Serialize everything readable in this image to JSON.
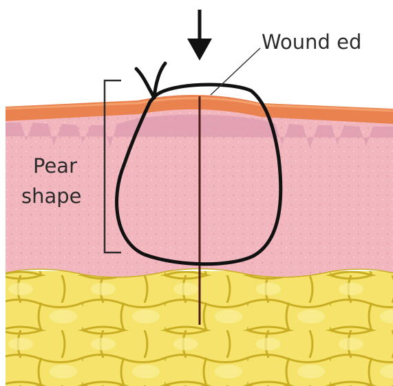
{
  "labels": {
    "wound_edge": "Wound ed",
    "pear_line1": "Pear",
    "pear_line2": "shape"
  },
  "colors": {
    "epidermis": "#e87a4a",
    "dermis": "#f0b3bb",
    "dermal_ridges": "#d995aa",
    "fat": "#f4e46a",
    "fat_outline": "#c9b020",
    "suture": "#111111"
  },
  "layers": [
    "epidermis",
    "dermis",
    "subcutaneous fat"
  ]
}
